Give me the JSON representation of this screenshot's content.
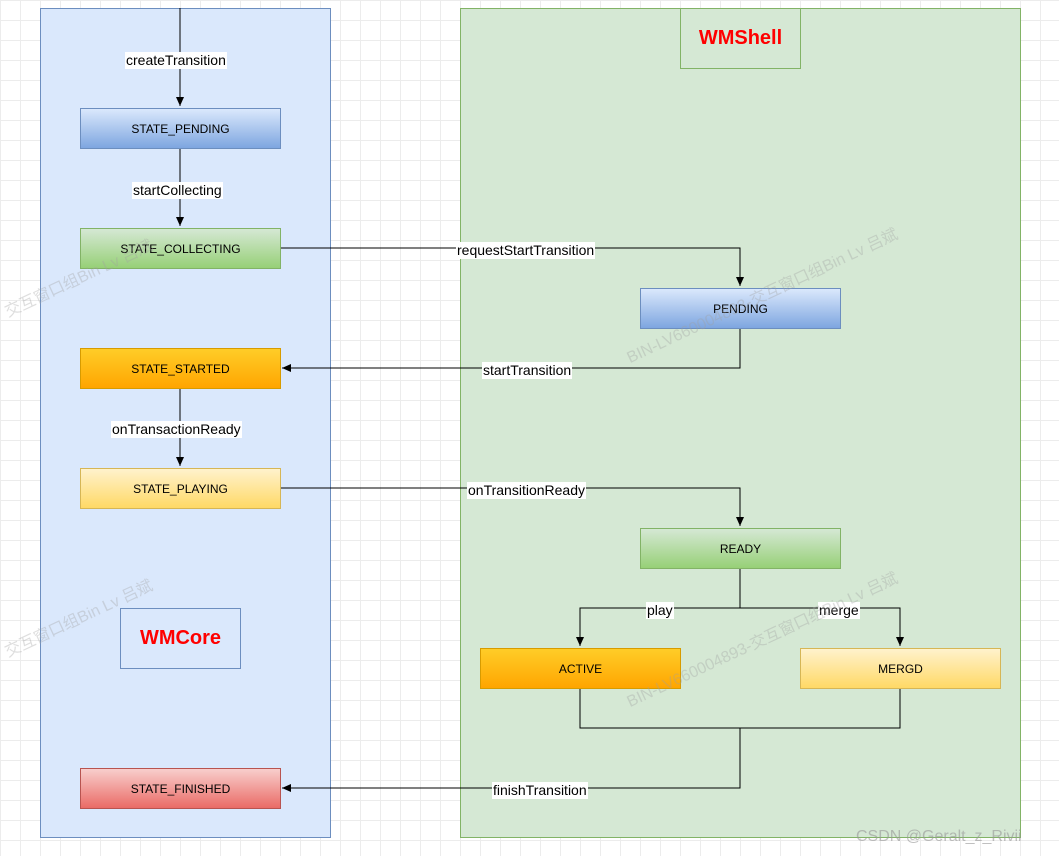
{
  "lanes": {
    "core_title": "WMCore",
    "shell_title": "WMShell"
  },
  "states": {
    "pending": "STATE_PENDING",
    "collecting": "STATE_COLLECTING",
    "started": "STATE_STARTED",
    "playing": "STATE_PLAYING",
    "finished": "STATE_FINISHED",
    "shell_pending": "PENDING",
    "ready": "READY",
    "active": "ACTIVE",
    "merged": "MERGD"
  },
  "edges": {
    "create_transition": "createTransition",
    "start_collecting": "startCollecting",
    "request_start_transition": "requestStartTransition",
    "start_transition": "startTransition",
    "on_transaction_ready": "onTransactionReady",
    "on_transition_ready": "onTransitionReady",
    "play": "play",
    "merge": "merge",
    "finish_transition": "finishTransition"
  },
  "watermarks": {
    "mark_a": "交互窗口组Bin Lv 吕斌",
    "mark_b": "BIN-LV660004893-交互窗口组Bin Lv 吕斌",
    "mark_c": "交互窗口组Bin Lv 吕斌",
    "mark_d": "BIN-LV660004893-交互窗口组Bin Lv 吕斌",
    "csdn": "CSDN @Geralt_z_Rivii"
  },
  "colors": {
    "title_red": "#ff0000",
    "core_lane": "#dae8fc",
    "shell_lane": "#d5e8d4"
  }
}
